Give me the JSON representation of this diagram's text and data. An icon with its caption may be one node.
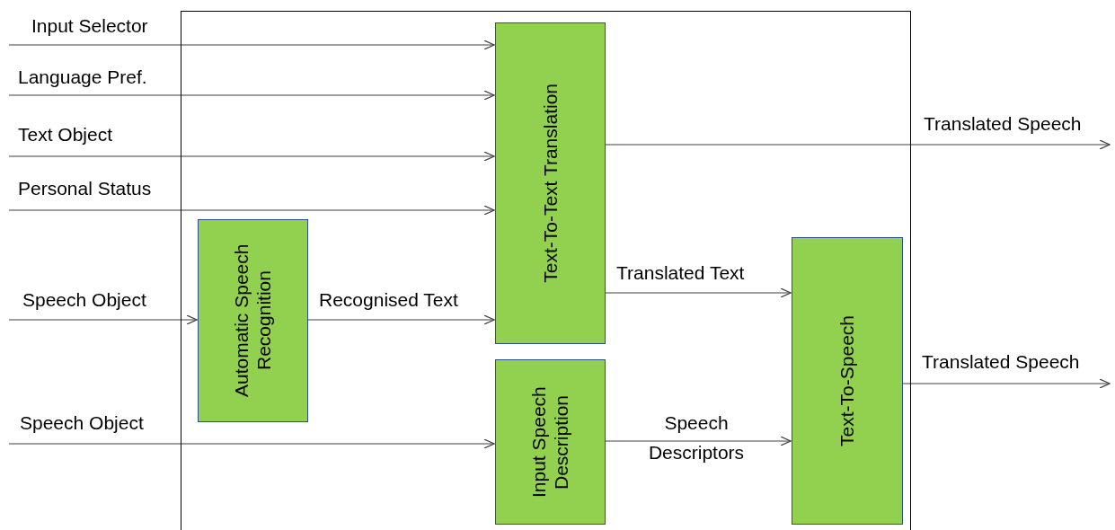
{
  "diagram": {
    "nodes": [
      {
        "text": [],
        "shape": "box"
      },
      {
        "text": [
          "Text-To-Text Translation"
        ],
        "in": 0
      },
      {
        "text": [
          "Automatic Speech Recognition"
        ],
        "in": 0
      },
      {
        "text": [
          "Input Speech Description"
        ],
        "in": 0
      },
      {
        "text": [
          "Text-To-Speech"
        ],
        "in": 0
      }
    ],
    "edges": [
      {
        "from": null,
        "to": 1,
        "arrow": "to",
        "label": "Input Selector"
      },
      {
        "from": null,
        "to": 1,
        "arrow": "to",
        "label": "Language Pref."
      },
      {
        "from": null,
        "to": 1,
        "arrow": "to",
        "label": "Text Object"
      },
      {
        "from": 1,
        "to": null,
        "arrow": "to",
        "label": "Translated Speech"
      },
      {
        "from": null,
        "to": 1,
        "arrow": "to",
        "label": "Personal Status"
      },
      {
        "from": 1,
        "to": 4,
        "arrow": "to",
        "label": "Translated Text"
      },
      {
        "from": null,
        "to": 2,
        "arrow": "to",
        "label": "Speech Object"
      },
      {
        "from": 2,
        "to": 1,
        "arrow": "to",
        "label": "Recognised Text"
      },
      {
        "from": 4,
        "to": null,
        "arrow": "to",
        "label": "Translated Speech"
      },
      {
        "from": null,
        "to": 3,
        "arrow": "to",
        "label": "Speech Object"
      },
      {
        "from": 3,
        "to": 4,
        "arrow": "to",
        "label": "Speech Descriptors"
      }
    ]
  }
}
